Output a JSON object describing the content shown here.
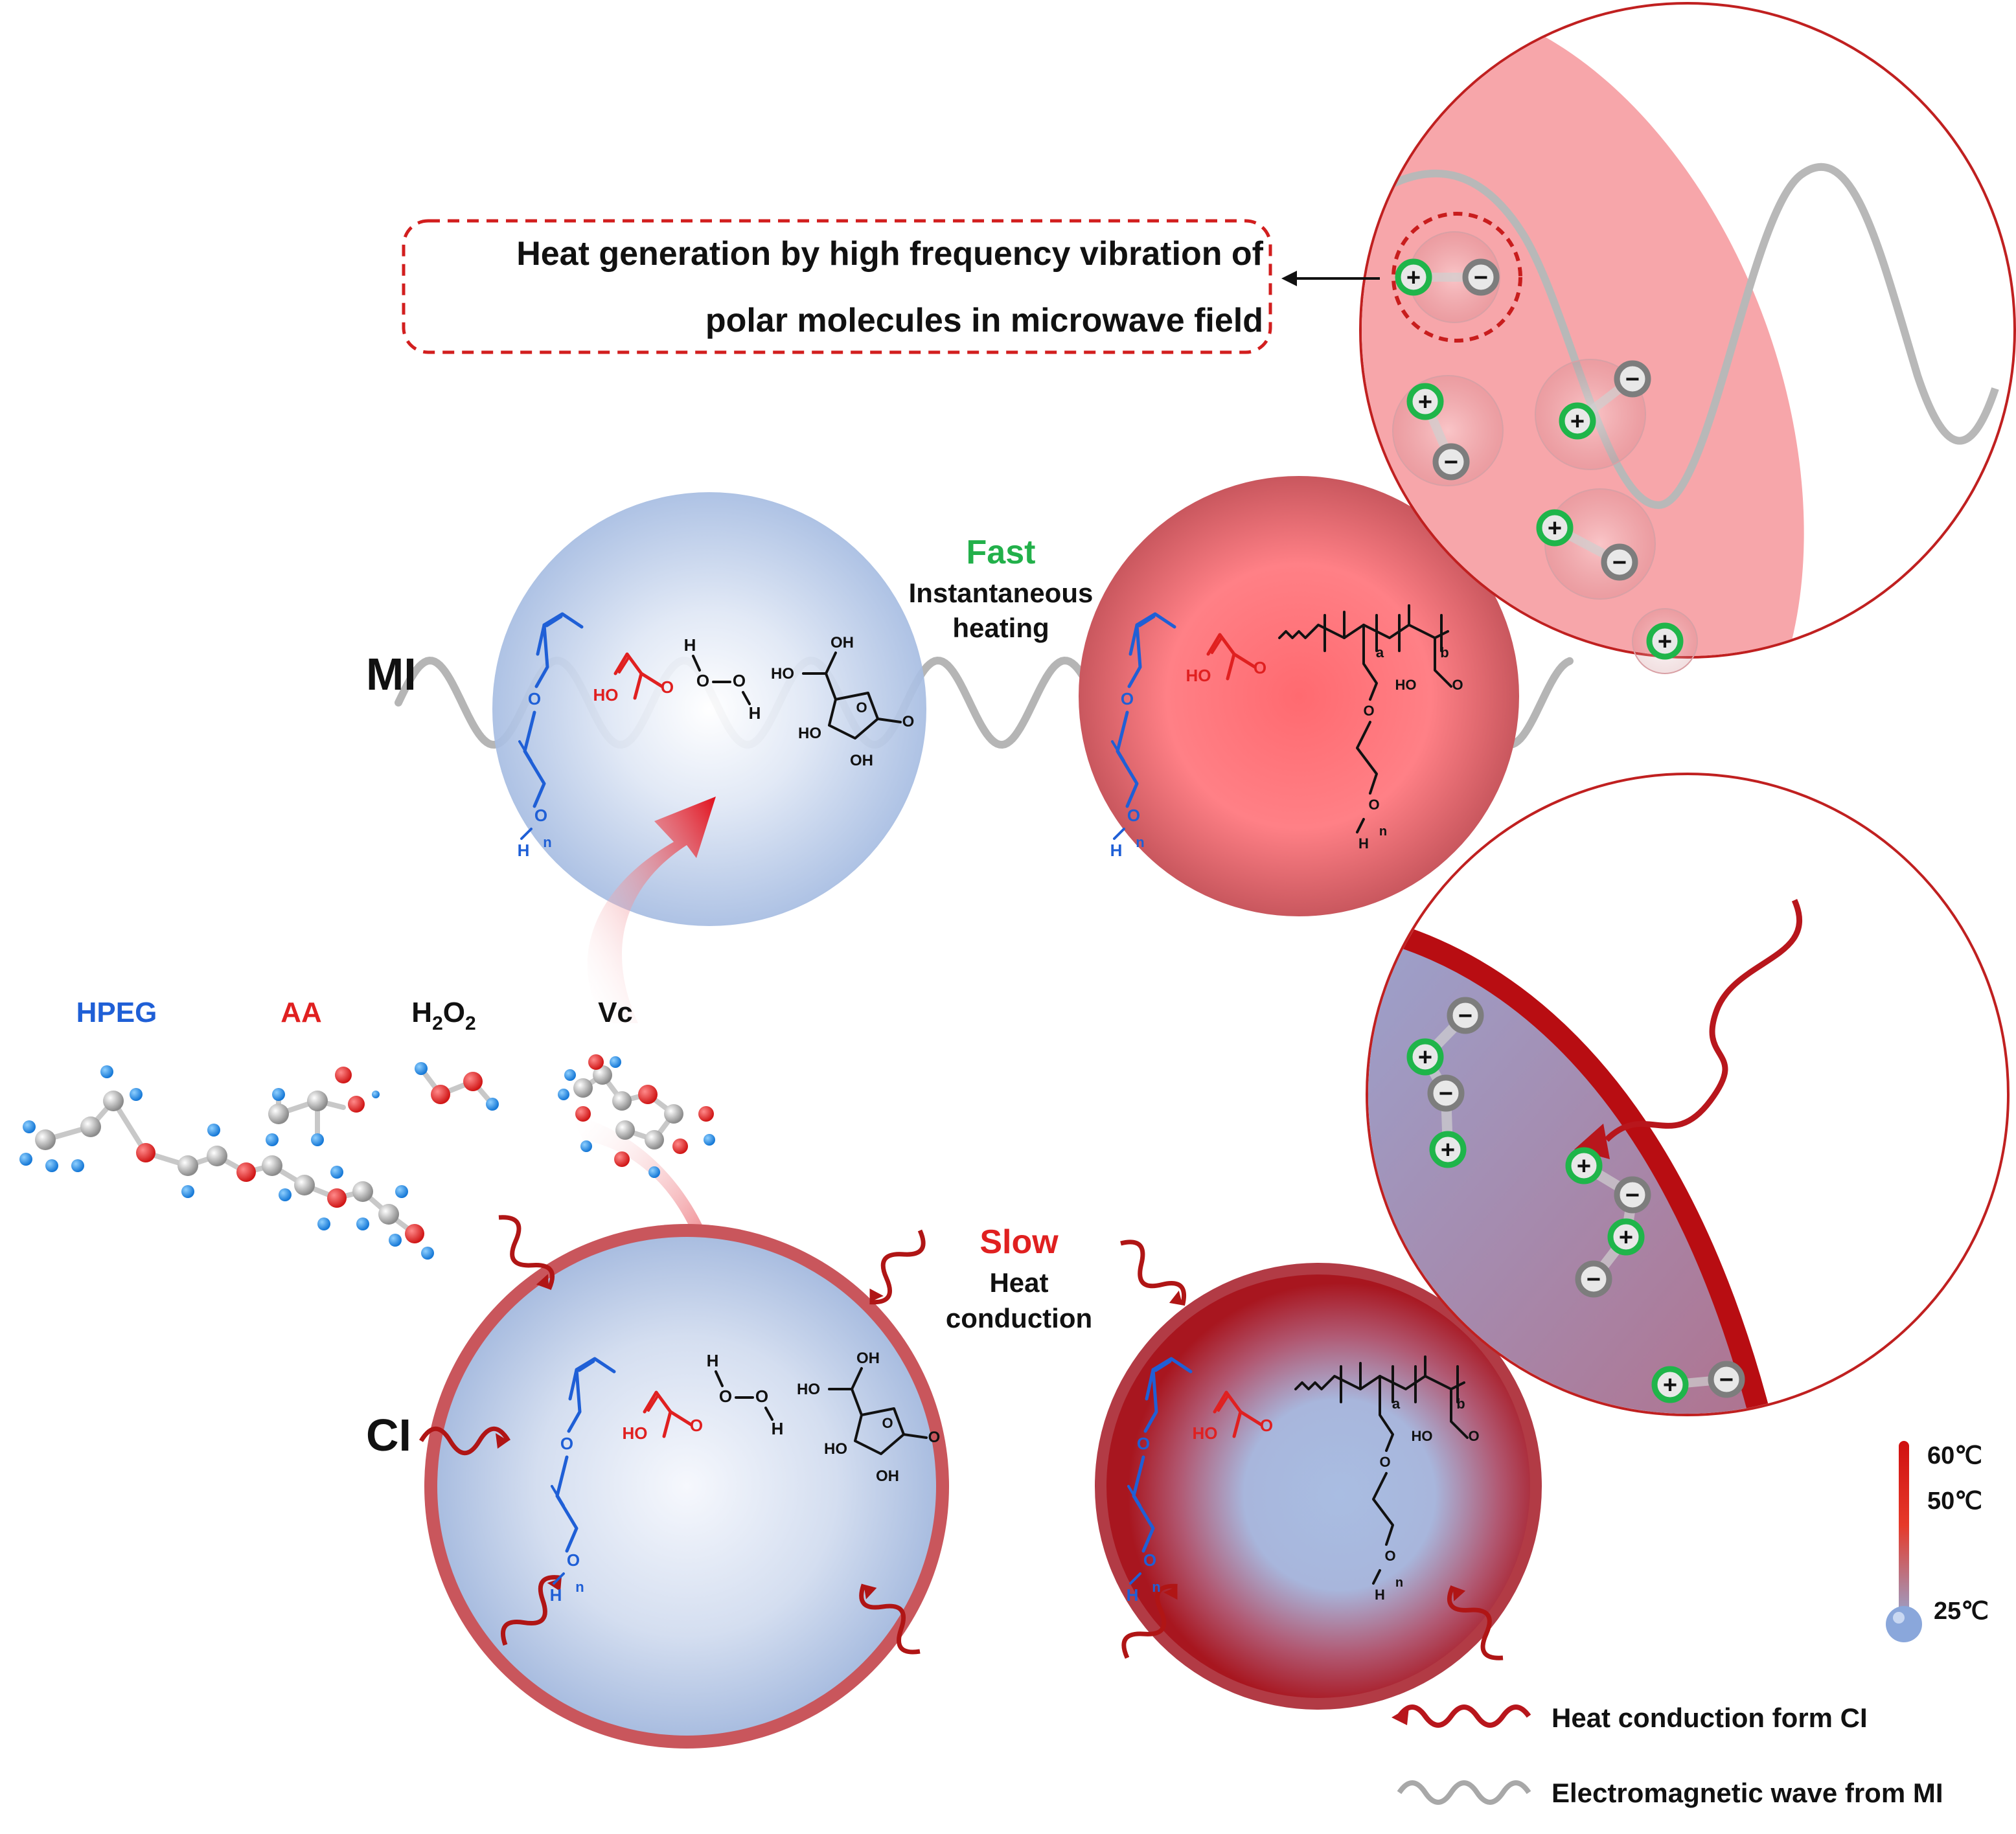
{
  "callout": {
    "line1": "Heat generation by high frequency vibration of",
    "line2": "polar molecules in microwave field"
  },
  "mi_process": {
    "label": "MI",
    "speed": "Fast",
    "desc_line1": "Instantaneous",
    "desc_line2": "heating"
  },
  "ci_process": {
    "label": "CI",
    "speed": "Slow",
    "desc_line1": "Heat",
    "desc_line2": "conduction"
  },
  "reagents": {
    "hpeg": "HPEG",
    "aa": "AA",
    "h2o2": "H2O2",
    "h2o2_main": "H",
    "h2o2_sub1": "2",
    "h2o2_mid": "O",
    "h2o2_sub2": "2",
    "vc": "Vc"
  },
  "structure_atoms": {
    "o": "O",
    "h": "H",
    "n": "n",
    "ho": "HO",
    "oh": "OH",
    "a": "a",
    "b": "b"
  },
  "charges": {
    "plus": "+",
    "minus": "−"
  },
  "temperature_scale": {
    "high": "60℃",
    "mid": "50℃",
    "low": "25℃"
  },
  "legend": {
    "heat_conduction": "Heat conduction form CI",
    "em_wave": "Electromagnetic wave from MI"
  },
  "colors": {
    "blue_text": "#1f5fd6",
    "red_text": "#e02020",
    "green_text": "#22b04a",
    "wave_gray": "#b3b3b3",
    "heat_red": "#b01515",
    "sphere_blue": "#a9bfe3",
    "sphere_red": "#f0545a",
    "zoom_fill": "#f5a3a6",
    "charge_ring_green": "#1fb54a",
    "charge_ring_gray": "#7d7d7d"
  },
  "icons": {
    "ion_pair": "plus-minus-ion-pair-icon",
    "heat_wave": "wavy-red-arrow-icon",
    "em_wave": "gray-sine-wave-icon",
    "molecule": "ball-and-stick-model-icon"
  }
}
